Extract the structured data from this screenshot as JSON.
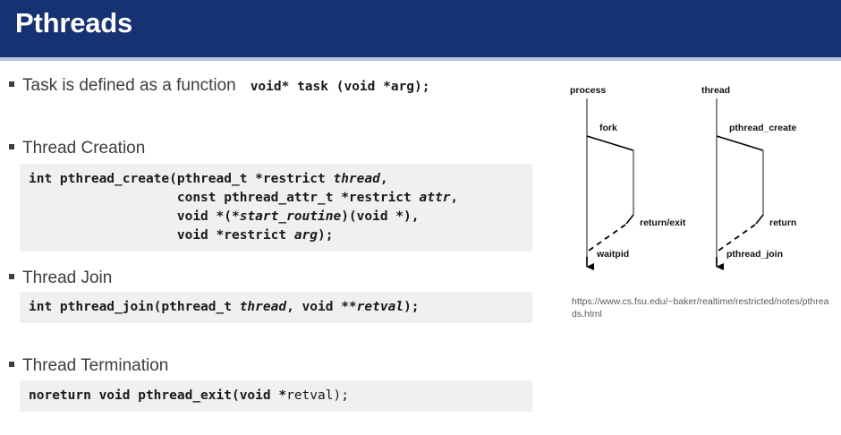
{
  "slide": {
    "title": "Pthreads",
    "banner_color": "#163272",
    "banner_underline_color": "#b9c5dc",
    "code_block_background": "#f0f0f0",
    "body_text_color": "#3d3d3d"
  },
  "bullets": [
    {
      "marker": "square-bullet",
      "label": "Task is defined as a function",
      "inline_code": "void* task (void *arg);"
    },
    {
      "marker": "square-bullet",
      "label": "Thread Creation",
      "inline_code": ""
    },
    {
      "marker": "square-bullet",
      "label": "Thread Join",
      "inline_code": ""
    },
    {
      "marker": "square-bullet",
      "label": "Thread Termination",
      "inline_code": ""
    }
  ],
  "code_blocks": {
    "pthread_create": {
      "lines": [
        "int pthread_create(pthread_t *restrict thread,",
        "                   const pthread_attr_t *restrict attr,",
        "                   void *(*start_routine)(void *),",
        "                   void *restrict arg);"
      ],
      "italic_tokens": [
        "thread",
        "attr",
        "start_routine",
        "arg"
      ]
    },
    "pthread_join": {
      "lines": [
        "int pthread_join(pthread_t thread, void **retval);"
      ],
      "italic_tokens": [
        "thread",
        "retval"
      ]
    },
    "pthread_exit": {
      "lines": [
        "noreturn void pthread_exit(void *retval);"
      ],
      "regular_tokens": [
        "retval);"
      ]
    }
  },
  "diagram": {
    "columns": [
      {
        "header": "process",
        "create_label": "fork",
        "return_label": "return/exit",
        "join_label": "waitpid"
      },
      {
        "header": "thread",
        "create_label": "pthread_create",
        "return_label": "return",
        "join_label": "pthread_join"
      }
    ],
    "caption": "https://www.cs.fsu.edu/~baker/realtime/restricted/notes/pthreads.html"
  }
}
